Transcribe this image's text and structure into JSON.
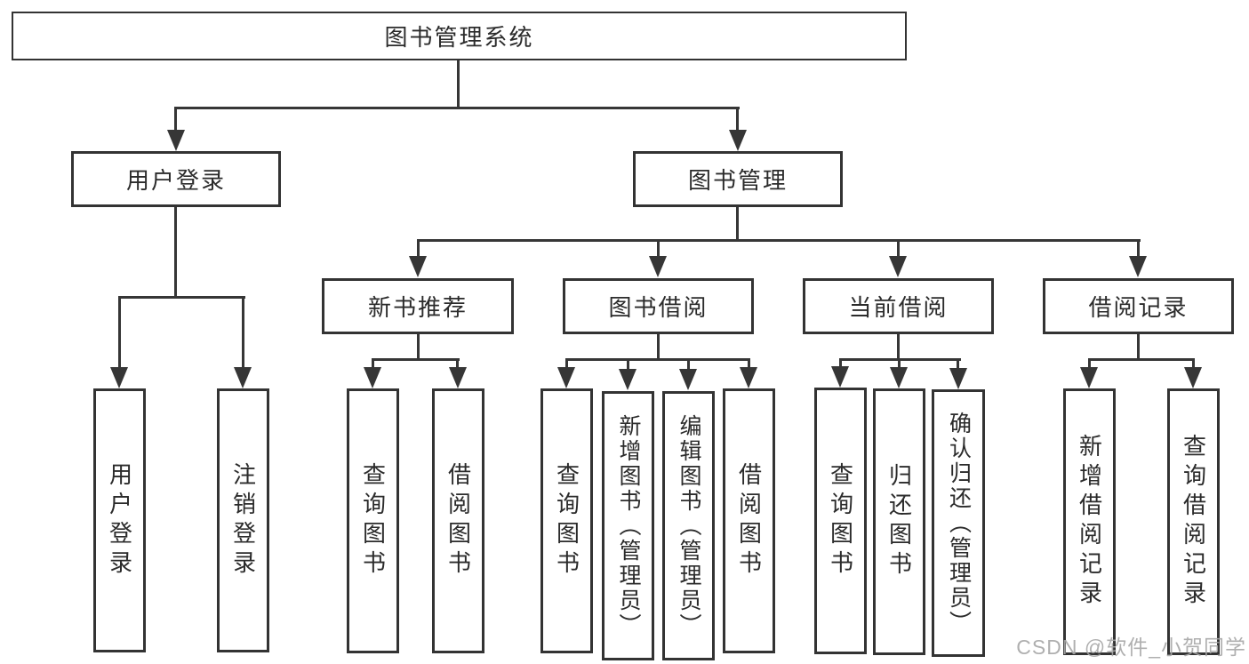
{
  "root": {
    "label": "图书管理系统"
  },
  "userLogin": {
    "label": "用户登录",
    "children": [
      {
        "label": "用户登录"
      },
      {
        "label": "注销登录"
      }
    ]
  },
  "bookMgmt": {
    "label": "图书管理"
  },
  "newBookRec": {
    "label": "新书推荐",
    "children": [
      {
        "label": "查询图书"
      },
      {
        "label": "借阅图书"
      }
    ]
  },
  "bookBorrow": {
    "label": "图书借阅",
    "children": [
      {
        "label": "查询图书"
      },
      {
        "label": "新增图书（管理员）"
      },
      {
        "label": "编辑图书（管理员）"
      },
      {
        "label": "借阅图书"
      }
    ]
  },
  "currentBorrow": {
    "label": "当前借阅",
    "children": [
      {
        "label": "查询图书"
      },
      {
        "label": "归还图书"
      },
      {
        "label": "确认归还（管理员）"
      }
    ]
  },
  "borrowRecords": {
    "label": "借阅记录",
    "children": [
      {
        "label": "新增借阅记录"
      },
      {
        "label": "查询借阅记录"
      }
    ]
  },
  "watermark": {
    "text": "CSDN @软件_小贺同学"
  },
  "colors": {
    "line": "#363636",
    "border": "#333333",
    "text": "#2B2B2B",
    "watermark": "#A6A6A6",
    "background": "#FFFFFF"
  }
}
